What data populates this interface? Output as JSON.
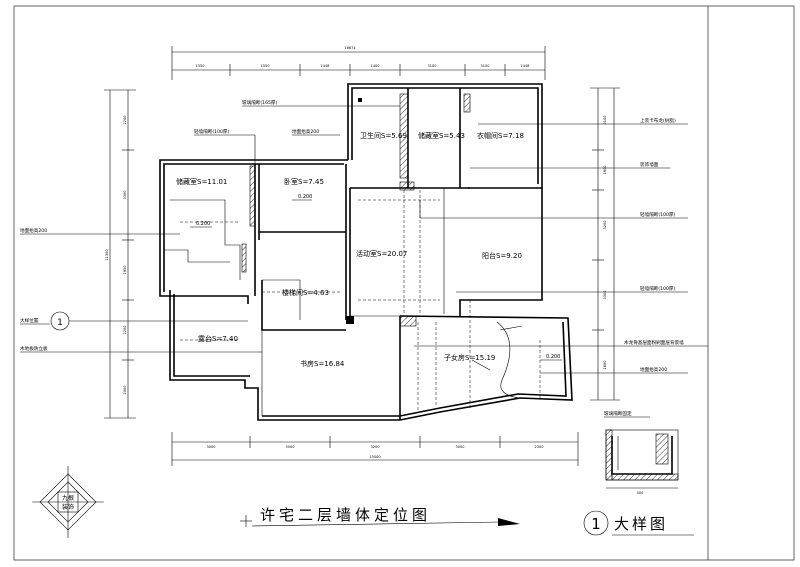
{
  "title": "许宅二层墙体定位图",
  "detail_title": "大样图",
  "detail_marker": "1",
  "logo_text": [
    "九根",
    "装饰"
  ],
  "rooms": {
    "storage": "储藏室S=11.01",
    "bedroom": "卧室S=7.45",
    "bathroom": "卫生间S=5.69",
    "closet": "储藏室S=5.43",
    "dressing": "衣帽间S=7.18",
    "activity": "活动室S=20.07",
    "balcony_w": "阳台S=9.20",
    "stair": "楼梯间S=4.63",
    "terrace": "露台S=7.40",
    "study": "书房S=16.84",
    "child": "子女房S=15.19"
  },
  "levels": {
    "bedroom": "0.200",
    "storage": "0.200",
    "child": "0.200"
  },
  "callouts": {
    "glass_block": "玻璃隔断(165厚)",
    "light_wall": "轻墙隔断(100厚)",
    "floor_raise_mid": "地面抬高200",
    "floor_raise_left": "地面抬高200",
    "detail_loc": "大样位置",
    "wood_floor": "木地板防立板",
    "upper_cabinet": "上装卡布龙(树脂)",
    "decor_wall": "装饰墙面",
    "light_wall_r1": "轻墙隔断(100厚)",
    "light_wall_r2": "轻墙隔断(100厚)",
    "wall_note": "木龙骨基层面粉刷面层背景墙",
    "floor_raise_r": "地面抬高200",
    "detail_small": "玻璃隔断固定"
  },
  "dims": {
    "top_total": "16674",
    "bottom_total": "15000",
    "left_total": "11300",
    "top_segs": [
      "1550",
      "1550",
      "1448",
      "1400",
      "3100",
      "3100",
      "1448"
    ],
    "bottom_segs": [
      "3000",
      "3500",
      "3200",
      "3000",
      "2300"
    ],
    "left_segs": [
      "2200",
      "3300",
      "1950",
      "2200",
      "2000"
    ],
    "right_segs": [
      "2100",
      "1900",
      "3200",
      "3300",
      "1800"
    ],
    "detail_dim": "400"
  }
}
